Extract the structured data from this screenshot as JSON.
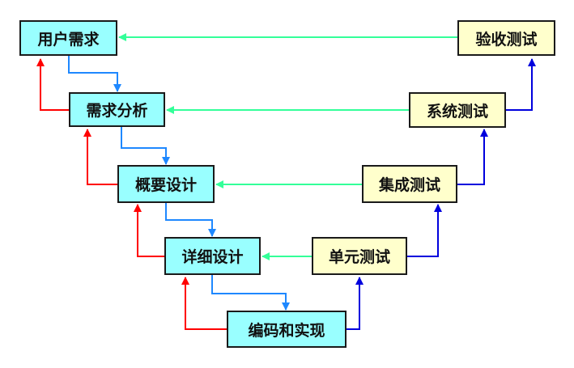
{
  "nodes": {
    "user_requirements": "用户需求",
    "requirements_analysis": "需求分析",
    "high_level_design": "概要设计",
    "detailed_design": "详细设计",
    "coding": "编码和实现",
    "unit_test": "单元测试",
    "integration_test": "集成测试",
    "system_test": "系统测试",
    "acceptance_test": "验收测试"
  },
  "colors": {
    "dev_fill": "#99ffff",
    "test_fill": "#ffffcc",
    "flow_down": "#1e88ff",
    "flow_up": "#ff0000",
    "flow_test_up": "#0000dd",
    "flow_verify": "#33ff99"
  }
}
